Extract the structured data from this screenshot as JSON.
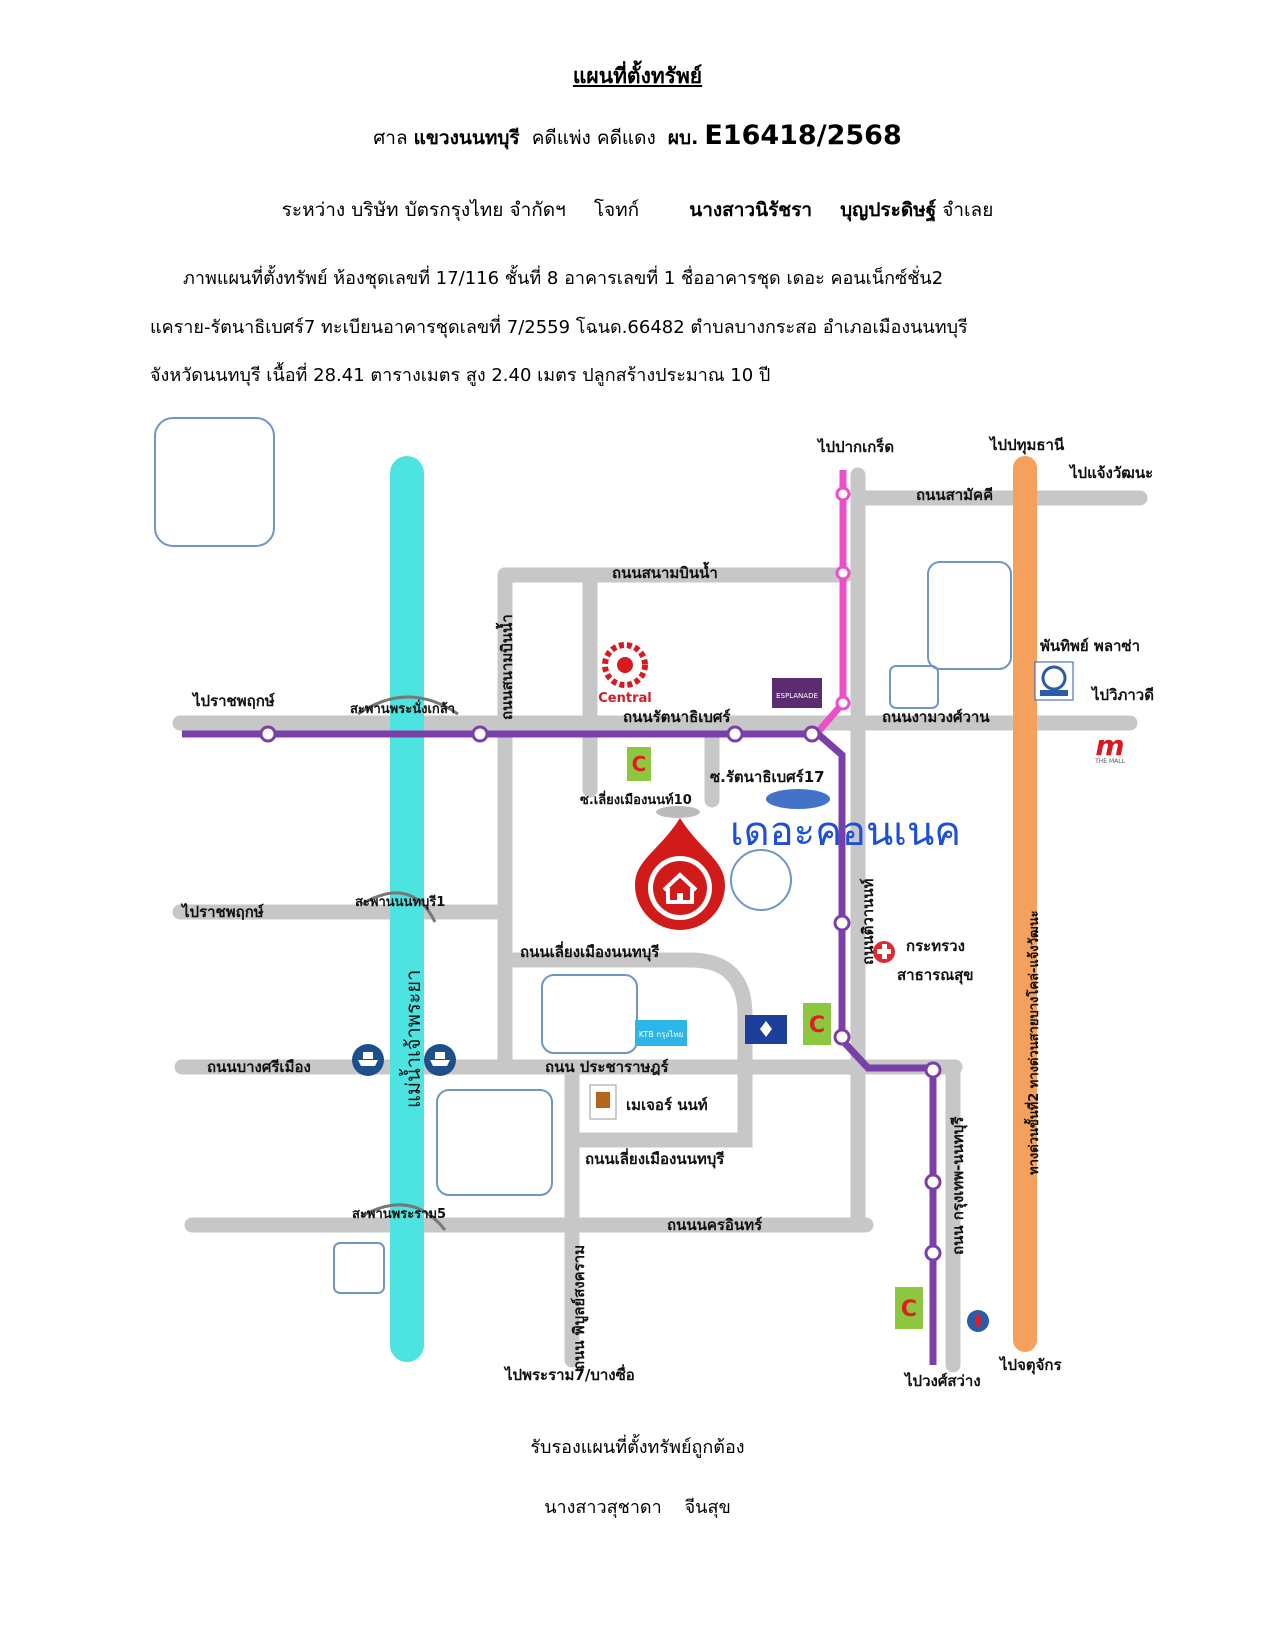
{
  "header": {
    "title": "แผนที่ตั้งทรัพย์",
    "court_prefix": "ศาล",
    "court_name": "แขวงนนทบุรี",
    "case_type": "คดีแพ่ง คดีแดง",
    "case_prefix": "ผบ.",
    "case_number": "E16418/2568",
    "between": "ระหว่าง บริษัท บัตรกรุงไทย จำกัดฯ",
    "plaintiff_label": "โจทก์",
    "defendant_name": "นางสาวนิรัชรา",
    "defendant_surname": "บุญประดิษฐ์",
    "defendant_label": "จำเลย"
  },
  "description": {
    "line1": "ภาพแผนที่ตั้งทรัพย์ ห้องชุดเลขที่ 17/116 ชั้นที่ 8 อาคารเลขที่ 1 ชื่ออาคารชุด เดอะ คอนเน็กซ์ชั่น2",
    "line2": "แคราย-รัตนาธิเบศร์7 ทะเบียนอาคารชุดเลขที่ 7/2559 โฉนด.66482 ตำบลบางกระสอ อำเภอเมืองนนทบุรี",
    "line3": "จังหวัดนนทบุรี เนื้อที่ 28.41 ตารางเมตร สูง 2.40 เมตร ปลูกสร้างประมาณ 10 ปี"
  },
  "map": {
    "project_name": "เดอะคอนเนค",
    "labels": {
      "pak_kret": "ไปปากเกร็ด",
      "pathum": "ไปปทุมธานี",
      "chaeng": "ไปแจ้งวัฒนะ",
      "samakkhi": "ถนนสามัคคี",
      "sanambin": "ถนนสนามบินน้ำ",
      "sanambin_v": "ถนนสนามบินน้ำ",
      "ratchaphruek1": "ไปราชพฤกษ์",
      "phra_nang_klao": "สะพานพระนั่งเกล้า",
      "rattanathibet": "ถนนรัตนาธิเบศร์",
      "ngamwongwan": "ถนนงามวงศ์วาน",
      "phanthip": "พันทิพย์ พลาซ่า",
      "vibhavadi": "ไปวิภาวดี",
      "soi17": "ซ.รัตนาธิเบศร์17",
      "soi10": "ซ.เลี่ยงเมืองนนท์10",
      "ratchaphruek2": "ไปราชพฤกษ์",
      "nonthaburi1": "สะพานนนทบุรี1",
      "tiwanon": "ถนนติวานนท์",
      "ministry1": "กระทรวง",
      "ministry2": "สาธารณสุข",
      "liang_mueang1": "ถนนเลี่ยงเมืองนนทบุรี",
      "chao_phraya": "แม่น้ำเจ้าพระยา",
      "expressway": "ทางด่วนขั้นที่2 ทางด่วนสายบางโคล่-แจ้งวัฒนะ",
      "bang_si_mueang": "ถนนบางศรีเมือง",
      "pracharat": "ถนน ประชาราษฎร์",
      "major": "เมเจอร์ นนท์",
      "liang_mueang2": "ถนนเลี่ยงเมืองนนทบุรี",
      "krungthep_nonthaburi": "ถนน กรุงเทพ-นนทบุรี",
      "phra_ram5": "สะพานพระราม5",
      "nakhon_in": "ถนนนครอินทร์",
      "phibun": "ถนน พิบูลย์สงคราม",
      "rama7": "ไปพระราม7/บางซื่อ",
      "wong_sawang": "ไปวงศ์สว่าง",
      "chatuchak": "ไปจตุจักร",
      "central": "Central",
      "ktb": "KTB กรุงไทย",
      "the_mall": "THE MALL",
      "esplanade": "ESPLANADE"
    },
    "colors": {
      "road": "#c7c7c7",
      "river": "#4ce3e0",
      "purple_line": "#7a3fa8",
      "pink_line": "#ec4fc8",
      "expressway": "#f5a05c",
      "project_text": "#1d4fd8",
      "pin": "#d11b1b"
    }
  },
  "footer": {
    "certify": "รับรองแผนที่ตั้งทรัพย์ถูกต้อง",
    "signer": "นางสาวสุชาดา    จีนสุข"
  }
}
